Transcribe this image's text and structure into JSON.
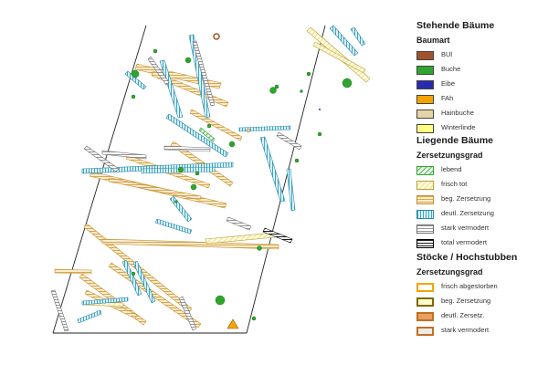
{
  "legend": {
    "standing_title": "Stehende Bäume",
    "species_title": "Baumart",
    "species": [
      {
        "label": "BUl",
        "color": "#a0522d"
      },
      {
        "label": "Buche",
        "color": "#2fa52f"
      },
      {
        "label": "Eibe",
        "color": "#2a2ab0"
      },
      {
        "label": "FAh",
        "color": "#f5a300"
      },
      {
        "label": "Hainbuche",
        "color": "#e8d2a8"
      },
      {
        "label": "Winterlinde",
        "color": "#ffff80"
      }
    ],
    "lying_title": "Liegende Bäume",
    "decay_title": "Zersetzungsgrad",
    "decay": [
      {
        "label": "lebend",
        "pattern": "living"
      },
      {
        "label": "frisch tot",
        "pattern": "fresh"
      },
      {
        "label": "beg. Zersetzung",
        "pattern": "begun"
      },
      {
        "label": "deutl. Zersetzung",
        "pattern": "clear"
      },
      {
        "label": "stark vermodert",
        "pattern": "strong"
      },
      {
        "label": "total vermodert",
        "pattern": "total"
      }
    ],
    "stumps_title": "Stöcke / Hochstubben",
    "stumps_decay_title": "Zersetzungsgrad",
    "stumps": [
      {
        "label": "frisch abgestorben",
        "fill": "#ffffff",
        "border": "#f5a300"
      },
      {
        "label": "beg. Zersetzung",
        "fill": "#ffffcc",
        "border": "#7a6a00"
      },
      {
        "label": "deutl. Zersetz.",
        "fill": "#e8a060",
        "border": "#c07020"
      },
      {
        "label": "stark vermodert",
        "fill": "#ececec",
        "border": "#c07020"
      }
    ]
  },
  "colors": {
    "living": "#2fa52f",
    "fresh": "#e6d36a",
    "begun": "#d9a84a",
    "clear": "#3aa8c8",
    "strong": "#8a8a8a",
    "total": "#000000"
  }
}
